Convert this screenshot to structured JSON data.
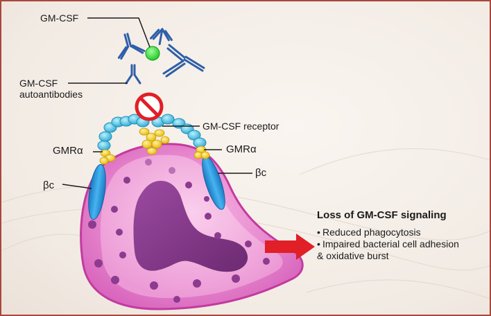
{
  "labels": {
    "gmcsf": "GM-CSF",
    "autoantibodies_line1": "GM-CSF",
    "autoantibodies_line2": "autoantibodies",
    "receptor": "GM-CSF receptor",
    "gmr_alpha_left": "GMRα",
    "gmr_alpha_right": "GMRα",
    "beta_c_left": "βc",
    "beta_c_right": "βc"
  },
  "effects": {
    "title": "Loss of GM-CSF signaling",
    "items": [
      "Reduced phagocytosis",
      "Impaired bacterial cell adhesion",
      "& oxidative burst"
    ]
  },
  "colors": {
    "frame_border": "#a8473c",
    "cell_membrane": "#c23b9e",
    "cell_body": "#e889cf",
    "nucleus": "#8a3a8d",
    "granules": "#8c3b8f",
    "antibody": "#2f5fa8",
    "gmcsf_ligand": "#33dd33",
    "receptor_chain": "#39c3e5",
    "gmr_alpha": "#f3c81b",
    "beta_c": "#1e90d8",
    "no_symbol": "#e01f26",
    "arrow": "#e01f26"
  }
}
